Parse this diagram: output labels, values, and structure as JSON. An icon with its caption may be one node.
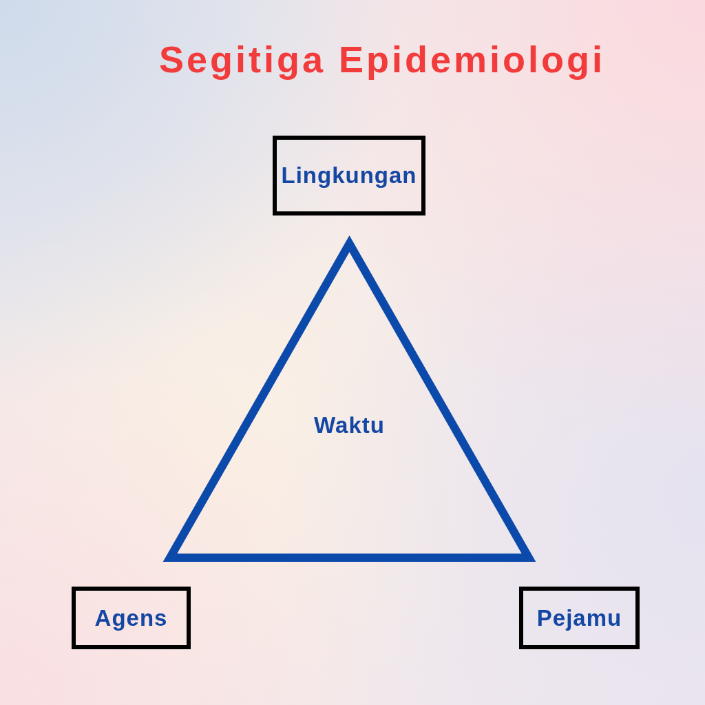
{
  "diagram": {
    "title": "Segitiga Epidemiologi",
    "nodes": [
      {
        "text": [
          "Lingkungan"
        ]
      },
      {
        "text": [
          "Waktu"
        ]
      },
      {
        "text": [
          "Agens"
        ]
      },
      {
        "text": [
          "Pejamu"
        ]
      }
    ]
  }
}
